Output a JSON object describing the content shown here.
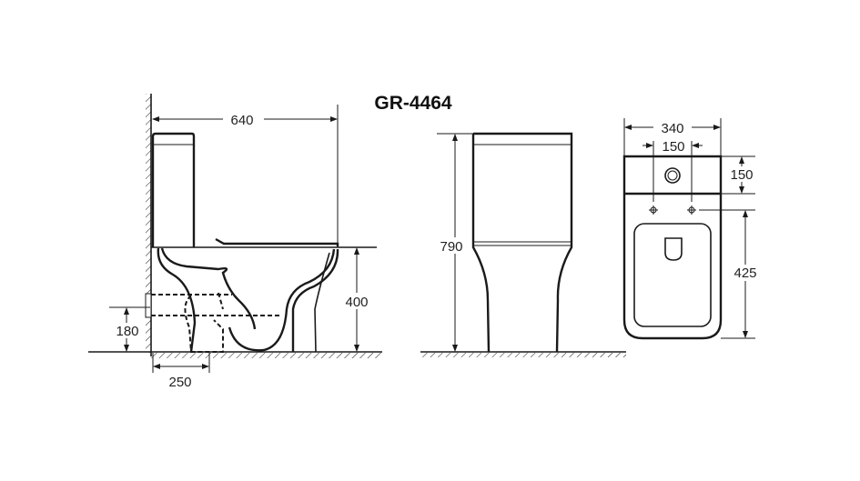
{
  "title": "GR-4464",
  "side_view": {
    "dims": {
      "length": "640",
      "seat_height": "400",
      "outlet_height": "180",
      "outlet_distance": "250"
    }
  },
  "front_view": {
    "dims": {
      "height": "790"
    }
  },
  "top_view": {
    "dims": {
      "width": "340",
      "hole_spacing": "150",
      "tank_depth": "150",
      "hole_to_front": "425"
    }
  },
  "colors": {
    "line": "#1a1a1a",
    "background": "#ffffff"
  }
}
